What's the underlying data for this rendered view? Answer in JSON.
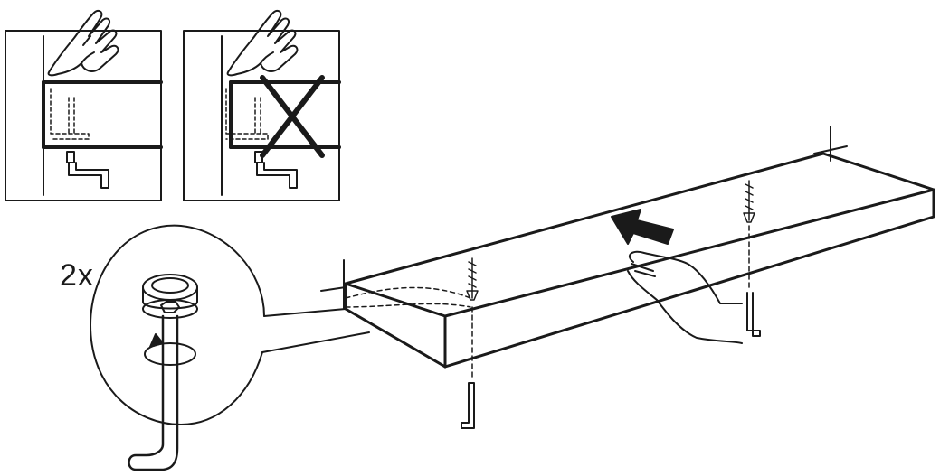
{
  "instruction": {
    "quantity_label": "2x",
    "correct_panel": "correct-install",
    "incorrect_panel": "incorrect-install"
  },
  "colors": {
    "line": "#1a1a1a",
    "background": "#ffffff"
  },
  "icons": [
    "hand-pointing-icon",
    "cross-mark-icon",
    "push-arrow-icon",
    "allen-key-icon",
    "screw-icon",
    "rotate-arrow-icon",
    "hand-icon"
  ]
}
